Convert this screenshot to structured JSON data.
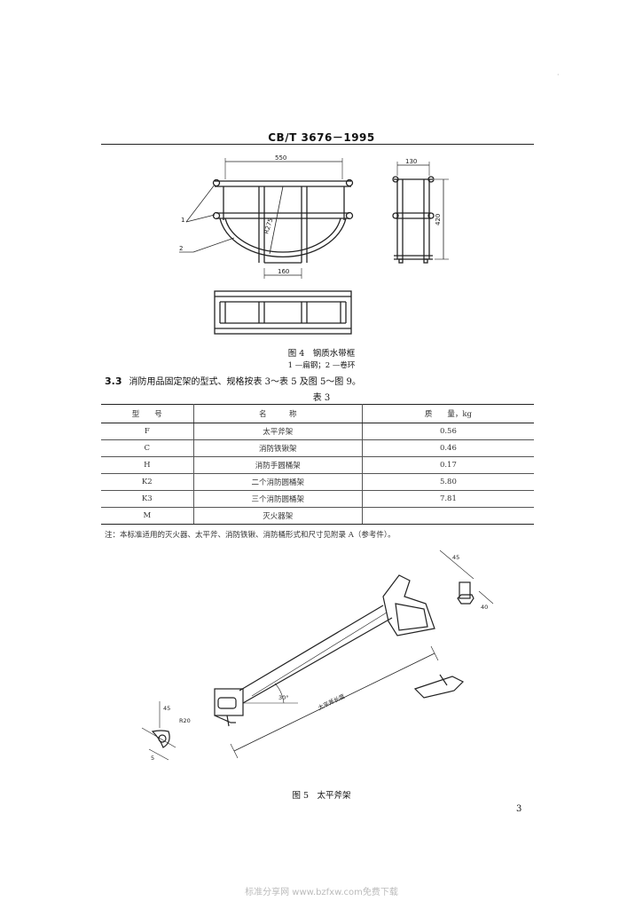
{
  "header": {
    "standard": "CB/T 3676－1995"
  },
  "figure4": {
    "dim_width": "550",
    "dim_depth": "130",
    "dim_height": "420",
    "dim_bottom": "160",
    "dim_radius": "R275",
    "callout_1": "1",
    "callout_2": "2",
    "caption": "图 4　钢质水带框",
    "legend": "1 —扁钢；2 —卷环"
  },
  "section": {
    "number": "3.3",
    "text": "消防用品固定架的型式、规格按表 3～表 5 及图 5～图 9。"
  },
  "table3": {
    "title": "表 3",
    "headers": [
      "型　　号",
      "名　　　称",
      "质　　量，kg"
    ],
    "rows": [
      [
        "F",
        "太平斧架",
        "0.56"
      ],
      [
        "C",
        "消防铁锹架",
        "0.46"
      ],
      [
        "H",
        "消防手圆桶架",
        "0.17"
      ],
      [
        "K2",
        "二个消防圆桶架",
        "5.80"
      ],
      [
        "K3",
        "三个消防圆桶架",
        "7.81"
      ],
      [
        "M",
        "灭火器架",
        ""
      ]
    ]
  },
  "note": "注：本标准适用的灭火器、太平斧、消防铁锹、消防桶形式和尺寸见附录 A（参考件）。",
  "figure5": {
    "caption": "图 5　太平斧架",
    "angle": "30°",
    "dim_length": "太平斧长度",
    "dim_r": "R20",
    "dim_a": "45",
    "dim_b": "40",
    "dim_c": "45",
    "dim_d": "5"
  },
  "page_number": "3",
  "footer": "标准分享网 www.bzfxw.com免费下载",
  "margin_mark": "·"
}
